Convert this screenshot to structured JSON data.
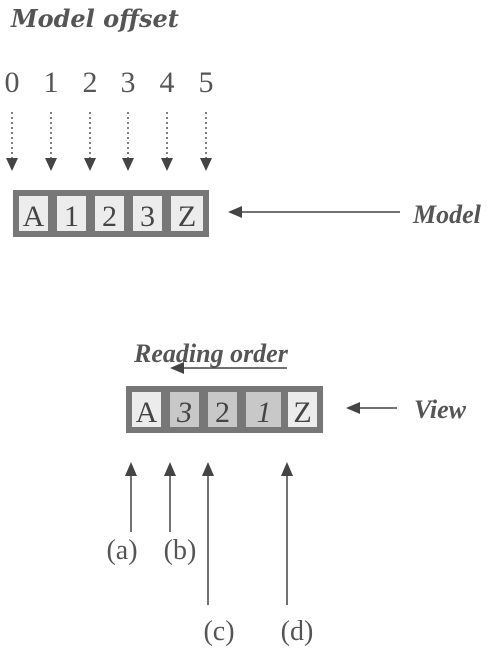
{
  "model_offset_title": "Model offset",
  "offsets": [
    "0",
    "1",
    "2",
    "3",
    "4",
    "5"
  ],
  "model": {
    "cells": [
      "A",
      "1",
      "2",
      "3",
      "Z"
    ],
    "label": "Model"
  },
  "reading_order_label": "Reading order",
  "view": {
    "cells": [
      {
        "text": "A",
        "shaded": false,
        "italic": false
      },
      {
        "text": "3",
        "shaded": true,
        "italic": true
      },
      {
        "text": "2",
        "shaded": true,
        "italic": false
      },
      {
        "text": "1",
        "shaded": true,
        "italic": true
      },
      {
        "text": "Z",
        "shaded": false,
        "italic": false
      }
    ],
    "label": "View"
  },
  "markers": [
    "(a)",
    "(b)",
    "(c)",
    "(d)"
  ],
  "colors": {
    "line": "#444444",
    "border": "#555555",
    "shade": "#c8c8c8",
    "dotted": "#555555"
  }
}
